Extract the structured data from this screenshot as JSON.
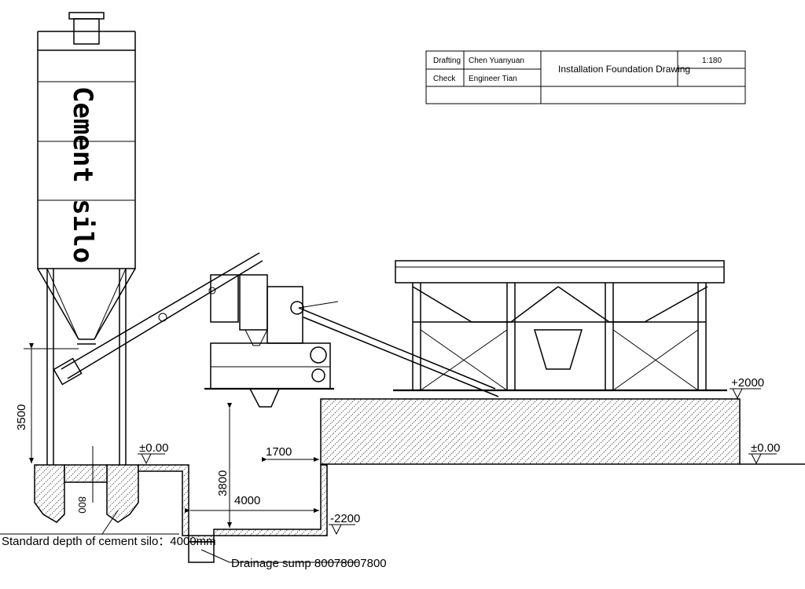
{
  "title_block": {
    "drafting_label": "Drafting",
    "drafting_name": "Chen Yuanyuan",
    "check_label": "Check",
    "check_name": "Engineer Tian",
    "drawing_title": "Installation Foundation Drawing",
    "scale": "1:180"
  },
  "silo": {
    "label": "Cement silo"
  },
  "dimensions": {
    "silo_height": "3500",
    "level_zero_left": "±0.00",
    "level_plus": "+2000",
    "level_zero_right": "±0.00",
    "offset_1700": "1700",
    "pit_depth": "3800",
    "pit_width": "4000",
    "pit_level": "-2200",
    "footing_depth": "800"
  },
  "notes": {
    "silo_depth": "Standard depth of cement silo：4000mm",
    "drainage": "Drainage sump 80078007800"
  }
}
